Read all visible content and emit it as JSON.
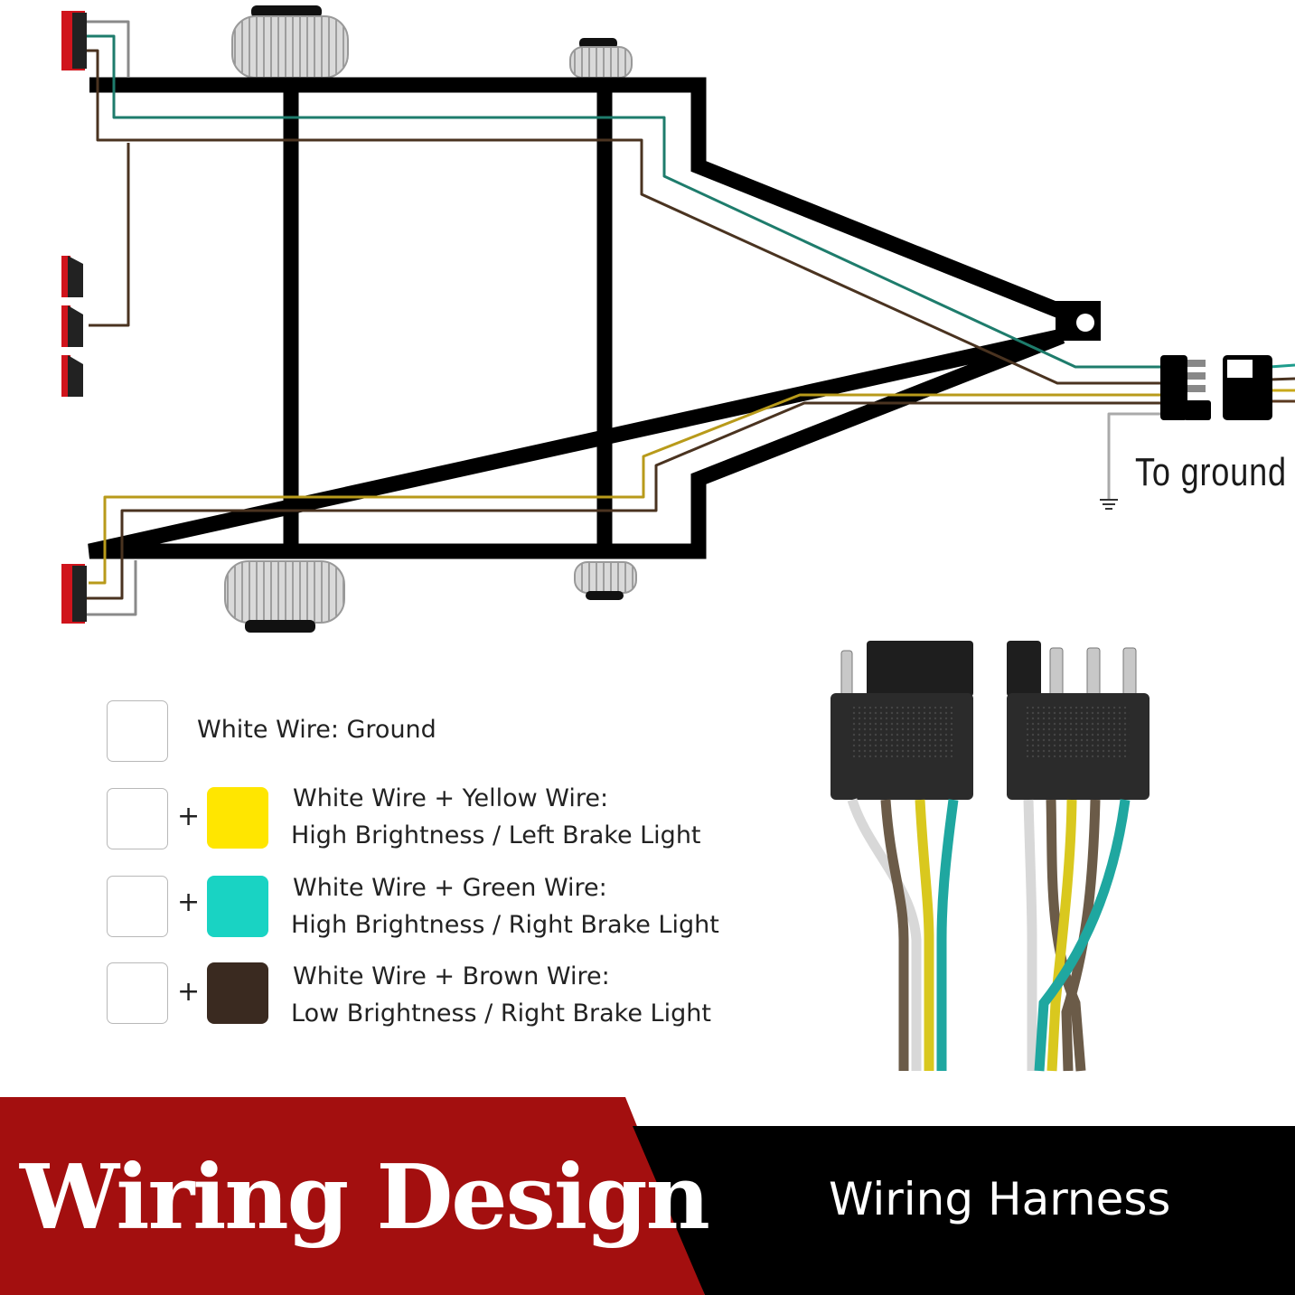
{
  "ground_label": "To  ground",
  "legend": [
    {
      "wire": "white",
      "line1": "White Wire: Ground",
      "line2": ""
    },
    {
      "wire": "yellow",
      "plus": "+",
      "line1": "White Wire + Yellow Wire:",
      "line2": "High Brightness / Left Brake Light"
    },
    {
      "wire": "green",
      "plus": "+",
      "line1": "White Wire + Green Wire:",
      "line2": "High Brightness / Right Brake Light"
    },
    {
      "wire": "brown",
      "plus": "+",
      "line1": "White Wire + Brown Wire:",
      "line2": "Low Brightness / Right Brake Light"
    }
  ],
  "colors": {
    "white": "#ffffff",
    "yellow": "#ffe600",
    "green": "#19d3c3",
    "brown": "#3a2a20",
    "banner_red": "#a30f0f",
    "banner_black": "#000000",
    "frame": "#000000",
    "taillight_red": "#d0141c"
  },
  "banner": {
    "title": "Wiring Design",
    "subtitle": "Wiring Harness"
  }
}
